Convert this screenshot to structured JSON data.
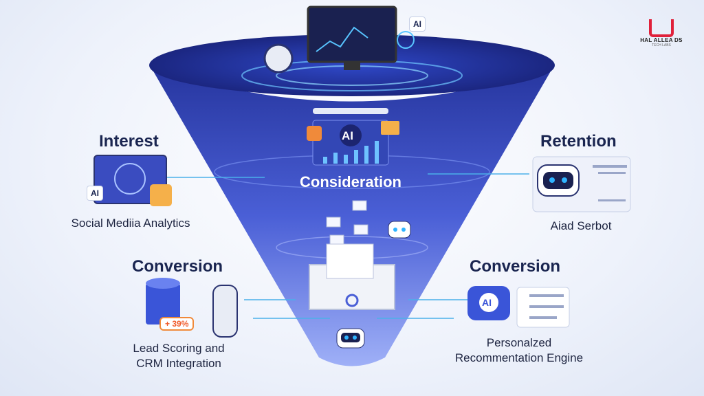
{
  "logo": {
    "name": "HAL ALLEA DS",
    "tagline": "TECH LABS",
    "color": "#e0203a"
  },
  "top": {
    "ai_tag": "AI"
  },
  "funnel": {
    "center_label": "Consideration",
    "chart_ai": "AI",
    "colors": {
      "top": "#2a3aa8",
      "bottom": "#7b8ef0"
    }
  },
  "stages": {
    "interest": {
      "title": "Interest",
      "caption": "Social Mediia Analytics",
      "ai": "AI"
    },
    "retention": {
      "title": "Retention",
      "caption": "Aiad Serbot"
    },
    "conversion_left": {
      "title": "Conversion",
      "caption_line1": "Lead Scoring and",
      "caption_line2": "CRM Integration",
      "badge": "+ 39%"
    },
    "conversion_right": {
      "title": "Conversion",
      "caption_line1": "Personalzed",
      "caption_line2": "Recommentation Engine",
      "ai": "AI"
    }
  }
}
